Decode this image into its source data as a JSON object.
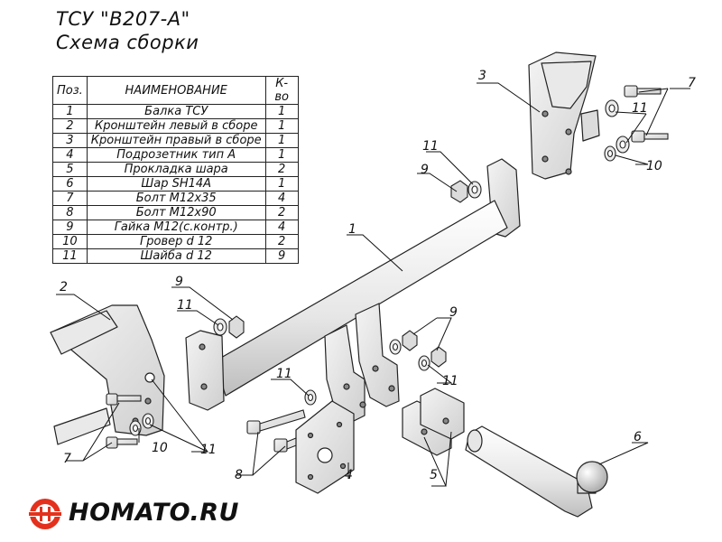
{
  "title": {
    "line1": "ТСУ \"В207-А\"",
    "line2": "Схема сборки"
  },
  "table": {
    "headers": [
      "Поз.",
      "НАИМЕНОВАНИЕ",
      "К-во"
    ],
    "rows": [
      {
        "pos": "1",
        "name": "Балка ТСУ",
        "qty": "1"
      },
      {
        "pos": "2",
        "name": "Кронштейн левый в сборе",
        "qty": "1"
      },
      {
        "pos": "3",
        "name": "Кронштейн правый в сборе",
        "qty": "1"
      },
      {
        "pos": "4",
        "name": "Подрозетник тип А",
        "qty": "1"
      },
      {
        "pos": "5",
        "name": "Прокладка шара",
        "qty": "2"
      },
      {
        "pos": "6",
        "name": "Шар SH14A",
        "qty": "1"
      },
      {
        "pos": "7",
        "name": "Болт М12х35",
        "qty": "4"
      },
      {
        "pos": "8",
        "name": "Болт М12х90",
        "qty": "2"
      },
      {
        "pos": "9",
        "name": "Гайка М12(с.контр.)",
        "qty": "4"
      },
      {
        "pos": "10",
        "name": "Гровер d 12",
        "qty": "2"
      },
      {
        "pos": "11",
        "name": "Шайба d 12",
        "qty": "9"
      }
    ]
  },
  "callouts": {
    "c1": "1",
    "c2": "2",
    "c3": "3",
    "c4": "4",
    "c5": "5",
    "c6": "6",
    "c7a": "7",
    "c7b": "7",
    "c8": "8",
    "c9a": "9",
    "c9b": "9",
    "c9c": "9",
    "c10a": "10",
    "c10b": "10",
    "c11a": "11",
    "c11b": "11",
    "c11c": "11",
    "c11d": "11",
    "c11e": "11",
    "c11f": "11"
  },
  "logo": {
    "text": "HOMATO.RU",
    "icon": "brand-emblem-icon",
    "accent": "#e3311d"
  }
}
